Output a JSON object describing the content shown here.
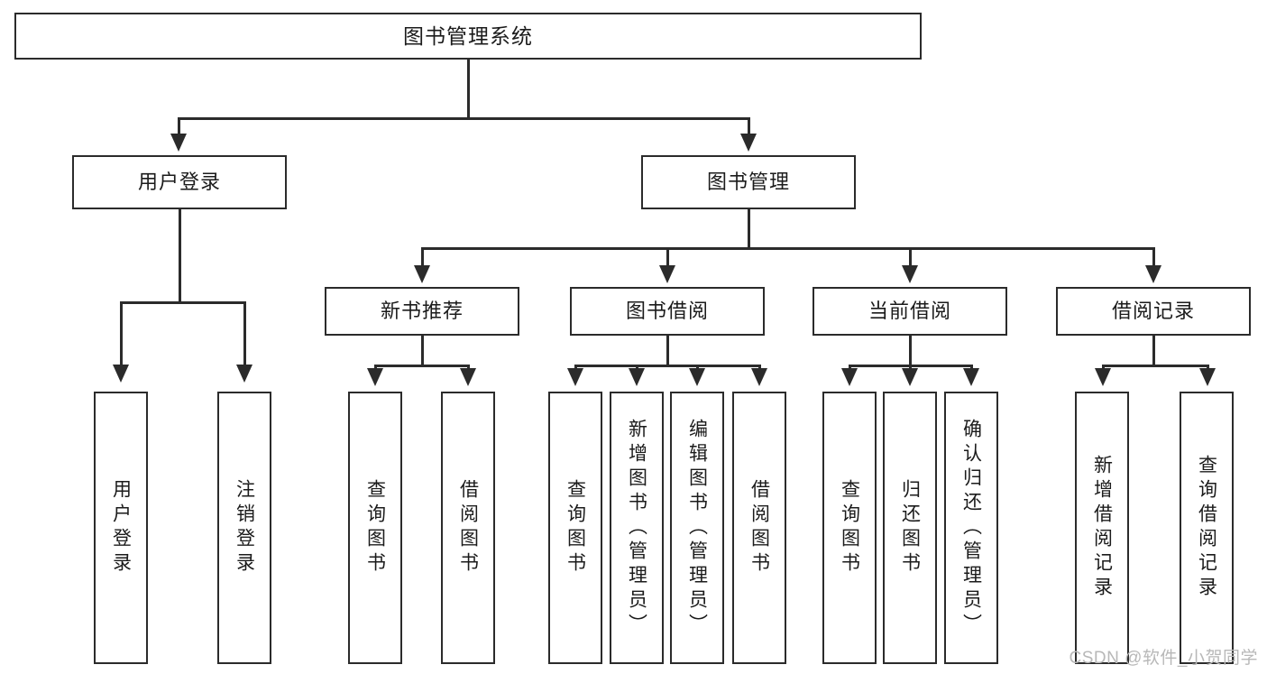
{
  "diagram": {
    "title": "图书管理系统",
    "type": "tree",
    "watermark": "CSDN @软件_小贺同学",
    "accent_color": "#2b2b2b",
    "background_color": "#ffffff",
    "watermark_color": "#b8b8b8"
  },
  "nodes": {
    "root": {
      "label": "图书管理系统",
      "level": 0
    },
    "level1": [
      {
        "id": "user-login",
        "label": "用户登录"
      },
      {
        "id": "book-manage",
        "label": "图书管理"
      }
    ],
    "level2": [
      {
        "id": "new-book-recommend",
        "label": "新书推荐",
        "parent": "book-manage"
      },
      {
        "id": "book-borrow",
        "label": "图书借阅",
        "parent": "book-manage"
      },
      {
        "id": "current-borrow",
        "label": "当前借阅",
        "parent": "book-manage"
      },
      {
        "id": "borrow-record",
        "label": "借阅记录",
        "parent": "book-manage"
      }
    ],
    "leaves": [
      {
        "id": "leaf-user-login",
        "label": "用户登录",
        "parent": "user-login"
      },
      {
        "id": "leaf-logout-login",
        "label": "注销登录",
        "parent": "user-login"
      },
      {
        "id": "leaf-query-book-1",
        "label": "查询图书",
        "parent": "new-book-recommend"
      },
      {
        "id": "leaf-borrow-book-1",
        "label": "借阅图书",
        "parent": "new-book-recommend"
      },
      {
        "id": "leaf-query-book-2",
        "label": "查询图书",
        "parent": "book-borrow"
      },
      {
        "id": "leaf-add-book",
        "label": "新增图书（管理员）",
        "parent": "book-borrow"
      },
      {
        "id": "leaf-edit-book",
        "label": "编辑图书（管理员）",
        "parent": "book-borrow"
      },
      {
        "id": "leaf-borrow-book-2",
        "label": "借阅图书",
        "parent": "book-borrow"
      },
      {
        "id": "leaf-query-book-3",
        "label": "查询图书",
        "parent": "current-borrow"
      },
      {
        "id": "leaf-return-book",
        "label": "归还图书",
        "parent": "current-borrow"
      },
      {
        "id": "leaf-confirm-return",
        "label": "确认归还（管理员）",
        "parent": "current-borrow"
      },
      {
        "id": "leaf-add-record",
        "label": "新增借阅记录",
        "parent": "borrow-record"
      },
      {
        "id": "leaf-query-record",
        "label": "查询借阅记录",
        "parent": "borrow-record"
      }
    ]
  }
}
